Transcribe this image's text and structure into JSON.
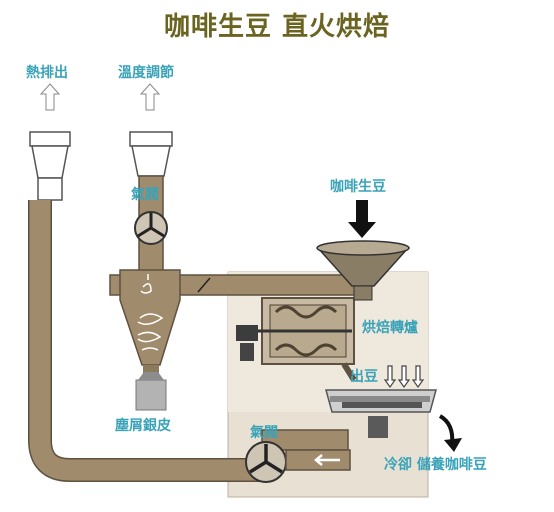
{
  "title": "咖啡生豆 直火烘焙",
  "labels": {
    "heat_exhaust": "熱排出",
    "temp_adjust": "溫度調節",
    "damper_top": "氣閥",
    "green_beans": "咖啡生豆",
    "roasting_drum": "烘焙轉爐",
    "bean_out": "出豆",
    "chaff_skin": "塵屑銀皮",
    "damper_bottom": "氣閥",
    "cool_store": "冷卻 儲養咖啡豆"
  },
  "colors": {
    "duct": "#a08c6c",
    "duct_dark": "#5e5140",
    "housing": "#e6ddd0",
    "label": "#3aa3b8",
    "title": "#6b6320"
  }
}
